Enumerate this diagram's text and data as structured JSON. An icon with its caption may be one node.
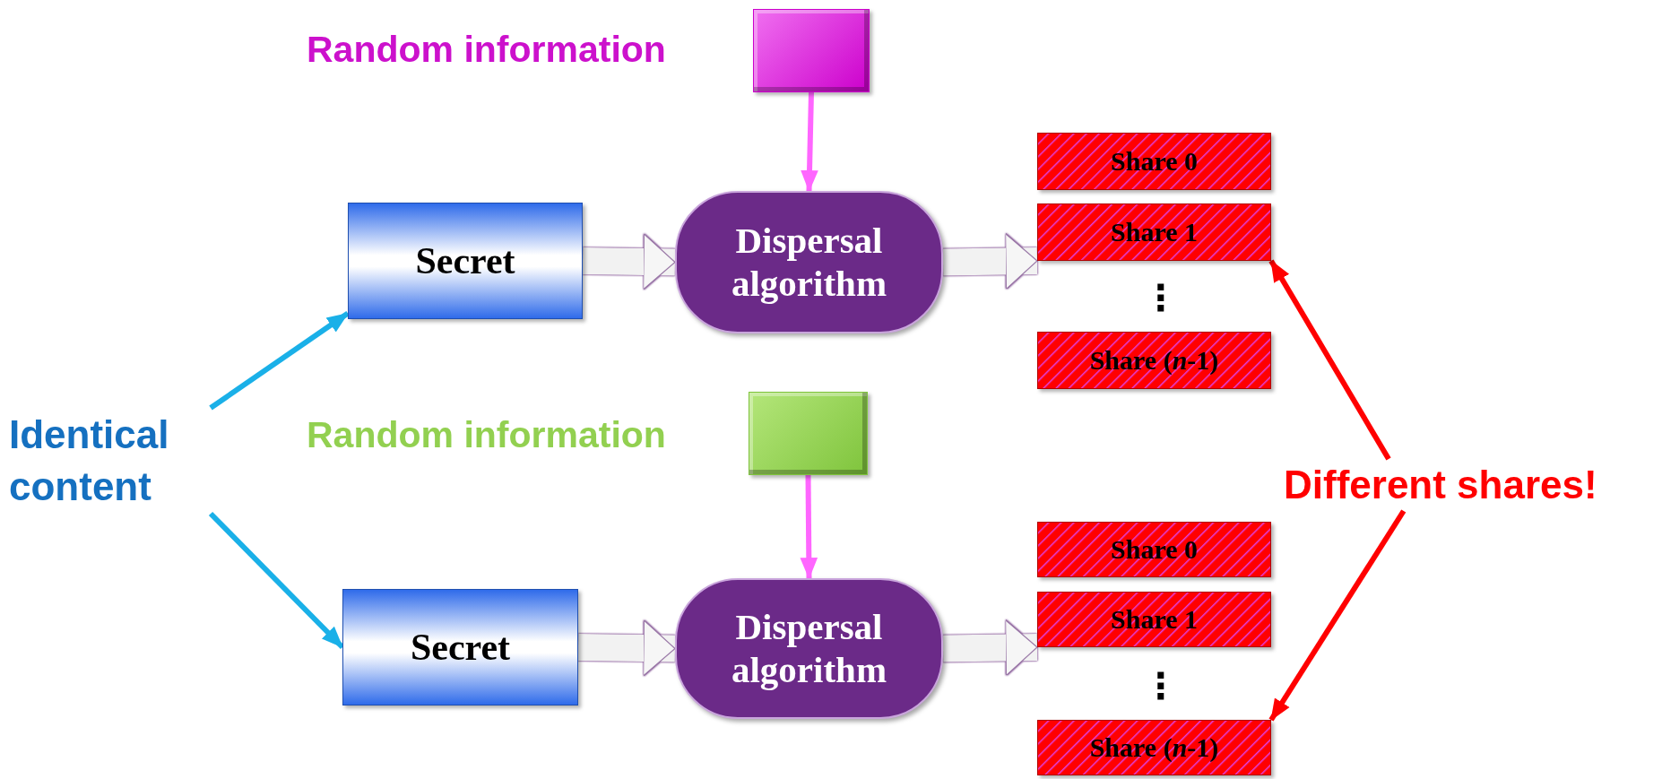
{
  "diagram": {
    "nodes": [
      {
        "text": [],
        "shape": "box",
        "beside": [
          "Random information"
        ]
      },
      {
        "text": [
          "Secret"
        ]
      },
      {
        "text": [
          "Dispersal algorithm"
        ]
      },
      {
        "text": [
          "Share 0"
        ]
      },
      {
        "text": [
          "Share 1"
        ]
      },
      {
        "text": [
          "Share (*n*-1)"
        ]
      },
      {
        "text": [
          "Identical content"
        ]
      },
      {
        "text": [],
        "shape": "box",
        "beside": [
          "Random information"
        ]
      },
      {
        "text": [
          "Secret"
        ]
      },
      {
        "text": [
          "Dispersal algorithm"
        ]
      },
      {
        "text": [
          "Share 0"
        ]
      },
      {
        "text": [
          "Share 1"
        ]
      },
      {
        "text": [
          "Share (*n*-1)"
        ]
      },
      {
        "text": [
          "Different shares!"
        ]
      }
    ],
    "edges": [
      {
        "from": 0,
        "to": 2,
        "arrow": "to",
        "color": "#ff66ff"
      },
      {
        "from": 1,
        "to": 2,
        "arrow": "to",
        "style": "thick"
      },
      {
        "from": 2,
        "to": 4,
        "arrow": "to",
        "style": "thick"
      },
      {
        "from": 6,
        "to": 1,
        "arrow": "to",
        "color": "#1ab0e8"
      },
      {
        "from": 6,
        "to": 8,
        "arrow": "to",
        "color": "#1ab0e8"
      },
      {
        "from": 7,
        "to": 9,
        "arrow": "to",
        "color": "#ff66ff"
      },
      {
        "from": 8,
        "to": 9,
        "arrow": "to",
        "style": "thick"
      },
      {
        "from": 9,
        "to": 11,
        "arrow": "to",
        "style": "thick"
      },
      {
        "from": 13,
        "to": 4,
        "arrow": "to",
        "color": "#ff0000"
      },
      {
        "from": 13,
        "to": 12,
        "arrow": "to",
        "color": "#ff0000"
      }
    ],
    "labels": [
      "⋮",
      "⋮"
    ]
  }
}
